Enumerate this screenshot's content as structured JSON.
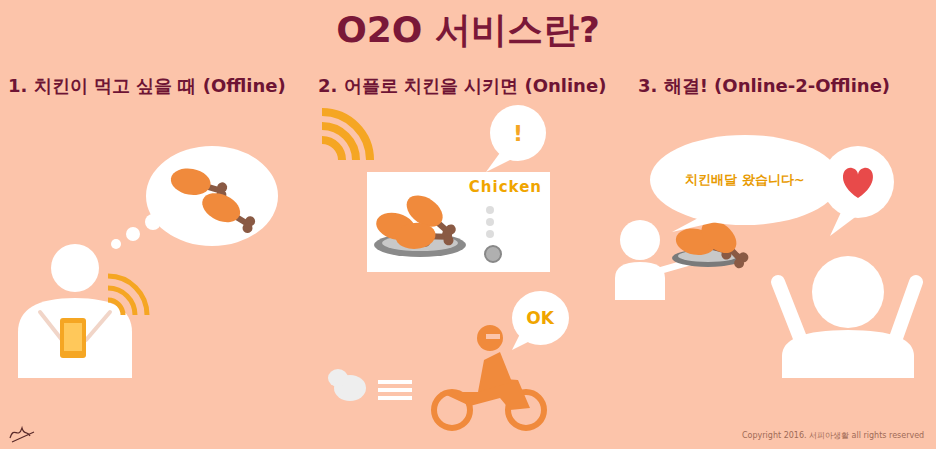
{
  "diagram": {
    "title": "O2O 서비스란?",
    "nodes": [
      {
        "text": [
          "!"
        ]
      },
      {
        "text": [
          "Chicken"
        ]
      },
      {
        "text": [
          "OK"
        ]
      },
      {
        "text": [
          "치킨배달 왔습니다~"
        ]
      }
    ],
    "labels": [
      "1. 치킨이 먹고 싶을 때 (Offline)",
      "2. 어플로 치킨을 시키면 (Online)",
      "3. 해결! (Online-2-Offline)",
      "Copyright 2016. 서피아생활 all rights reserved"
    ]
  }
}
